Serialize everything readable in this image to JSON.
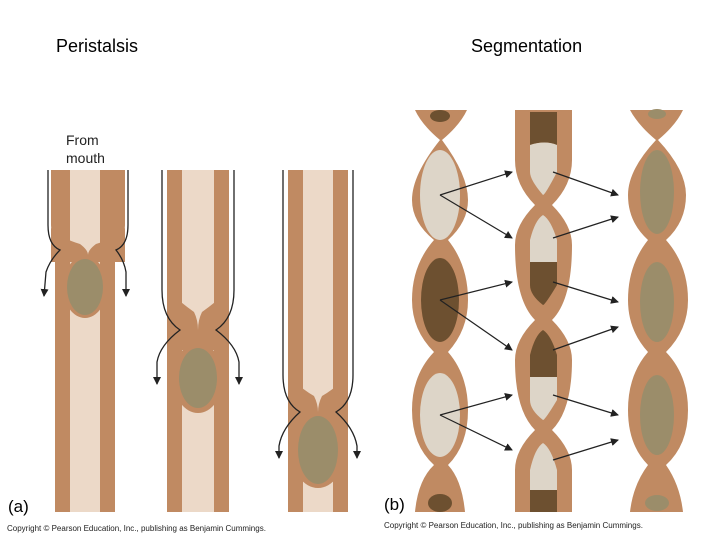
{
  "titles": {
    "left": "Peristalsis",
    "right": "Segmentation"
  },
  "peristalsis": {
    "from_label_line1": "From",
    "from_label_line2": "mouth",
    "panel_label": "(a)",
    "copyright": "Copyright © Pearson Education, Inc., publishing as Benjamin Cummings."
  },
  "segmentation": {
    "panel_label": "(b)",
    "copyright": "Copyright © Pearson Education, Inc., publishing as Benjamin Cummings."
  },
  "colors": {
    "wall": "#c08a62",
    "lumen": "#ecd9c8",
    "bolus": "#9b8d6a",
    "chyme_light": "#ddd5c8",
    "chyme_dark": "#6d5030",
    "line": "#222222"
  }
}
